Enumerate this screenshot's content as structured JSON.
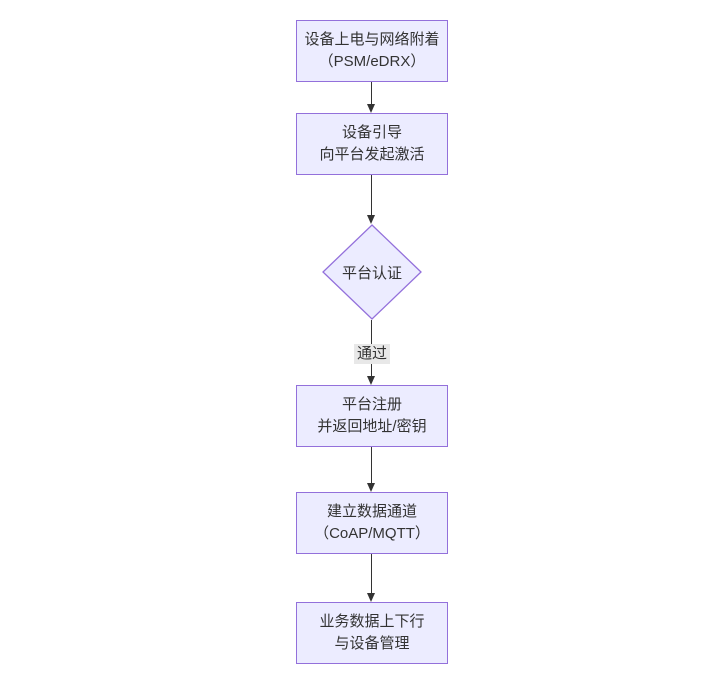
{
  "diagram": {
    "type": "flowchart",
    "direction": "top-down",
    "colors": {
      "node_fill": "#ECECFF",
      "node_border": "#9370DB",
      "node_text": "#333333",
      "arrow": "#333333",
      "edge_label_bg": "#e8e8e8",
      "canvas_bg": "#ffffff"
    },
    "nodes": [
      {
        "id": "power-attach",
        "shape": "rect",
        "lines": [
          "设备上电与网络附着",
          "（PSM/eDRX）"
        ]
      },
      {
        "id": "bootstrap-activate",
        "shape": "rect",
        "lines": [
          "设备引导",
          "向平台发起激活"
        ]
      },
      {
        "id": "platform-auth",
        "shape": "diamond",
        "lines": [
          "平台认证"
        ]
      },
      {
        "id": "platform-register",
        "shape": "rect",
        "lines": [
          "平台注册",
          "并返回地址/密钥"
        ]
      },
      {
        "id": "data-channel",
        "shape": "rect",
        "lines": [
          "建立数据通道",
          "（CoAP/MQTT）"
        ]
      },
      {
        "id": "business-data",
        "shape": "rect",
        "lines": [
          "业务数据上下行",
          "与设备管理"
        ]
      }
    ],
    "edges": [
      {
        "from": "power-attach",
        "to": "bootstrap-activate",
        "label": ""
      },
      {
        "from": "bootstrap-activate",
        "to": "platform-auth",
        "label": ""
      },
      {
        "from": "platform-auth",
        "to": "platform-register",
        "label": "通过"
      },
      {
        "from": "platform-register",
        "to": "data-channel",
        "label": ""
      },
      {
        "from": "data-channel",
        "to": "business-data",
        "label": ""
      }
    ]
  }
}
